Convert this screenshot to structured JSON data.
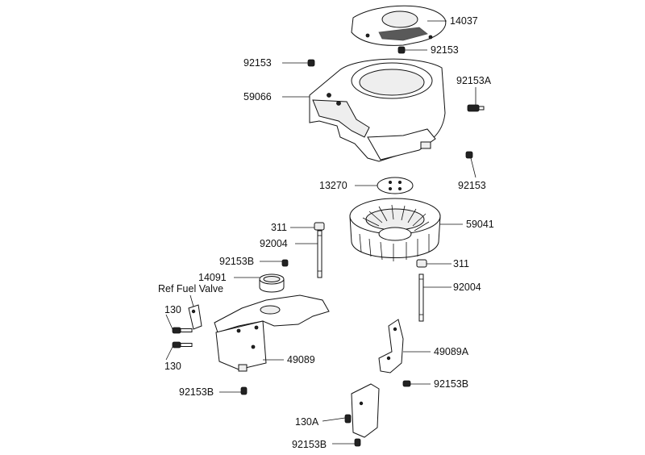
{
  "callouts": [
    {
      "id": "c01",
      "label": "14037"
    },
    {
      "id": "c02",
      "label": "92153"
    },
    {
      "id": "c03",
      "label": "92153"
    },
    {
      "id": "c04",
      "label": "92153A"
    },
    {
      "id": "c05",
      "label": "59066"
    },
    {
      "id": "c06",
      "label": "92153"
    },
    {
      "id": "c07",
      "label": "13270"
    },
    {
      "id": "c08",
      "label": "311"
    },
    {
      "id": "c09",
      "label": "59041"
    },
    {
      "id": "c10",
      "label": "92004"
    },
    {
      "id": "c11",
      "label": "92153B"
    },
    {
      "id": "c12",
      "label": "311"
    },
    {
      "id": "c13",
      "label": "14091"
    },
    {
      "id": "c14",
      "label": "92004"
    },
    {
      "id": "c15",
      "label": "Ref Fuel Valve"
    },
    {
      "id": "c16",
      "label": "130"
    },
    {
      "id": "c17",
      "label": "49089A"
    },
    {
      "id": "c18",
      "label": "130"
    },
    {
      "id": "c19",
      "label": "49089"
    },
    {
      "id": "c20",
      "label": "92153B"
    },
    {
      "id": "c21",
      "label": "92153B"
    },
    {
      "id": "c22",
      "label": "130A"
    },
    {
      "id": "c23",
      "label": "92153B"
    }
  ]
}
